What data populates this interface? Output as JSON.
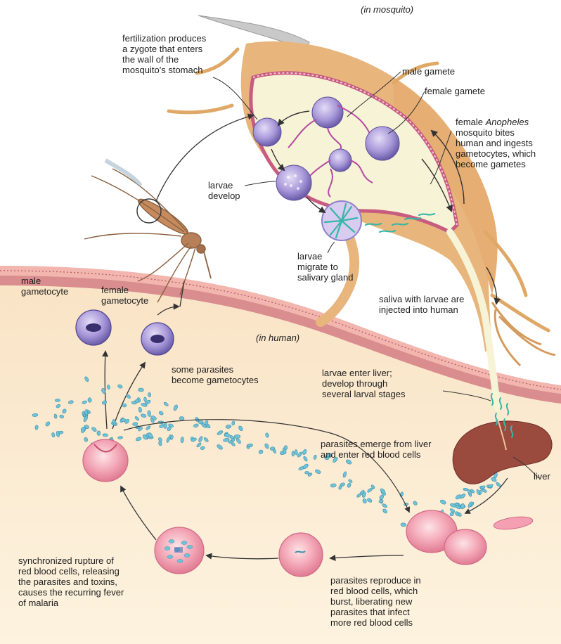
{
  "context_labels": {
    "in_mosquito": "(in mosquito)",
    "in_human": "(in human)"
  },
  "labels": {
    "fertilization": "fertilization produces\na zygote that enters\nthe wall of the\nmosquito's stomach",
    "male_gamete": "male gamete",
    "female_gamete": "female gamete",
    "female_anopheles_prefix": "female ",
    "female_anopheles_genus": "Anopheles",
    "female_anopheles_rest": "\nmosquito bites\nhuman and ingests\ngametocytes, which\nbecome gametes",
    "larvae_develop": "larvae\ndevelop",
    "larvae_migrate": "larvae\nmigrate to\nsalivary gland",
    "saliva": "saliva with larvae are\ninjected into human",
    "male_gametocyte": "male\ngametocyte",
    "female_gametocyte": "female\ngametocyte",
    "some_parasites": "some parasites\nbecome gametocytes",
    "larvae_enter_liver": "larvae enter liver;\ndevelop through\nseveral larval stages",
    "parasites_emerge": "parasites emerge from liver\nand enter red blood cells",
    "liver": "liver",
    "synchronized": "synchronized rupture of\nred blood cells, releasing\nthe parasites and toxins,\ncauses the recurring fever\nof malaria",
    "parasites_reproduce": "parasites reproduce in\nred blood cells, which\nburst, liberating new\nparasites that infect\nmore red blood cells"
  },
  "colors": {
    "mosquito_body": "#e8b57c",
    "stomach_fluid": "#f6f3d6",
    "skin_top": "#f2b1ad",
    "skin_band": "#d98a8c",
    "flesh": "#fbeccf",
    "gamete_purple": "#8f7fc8",
    "parasite_blue": "#6fc3d8",
    "rbc": "#f7a7b5",
    "liver": "#9b4a3e",
    "arrow": "#333333"
  }
}
